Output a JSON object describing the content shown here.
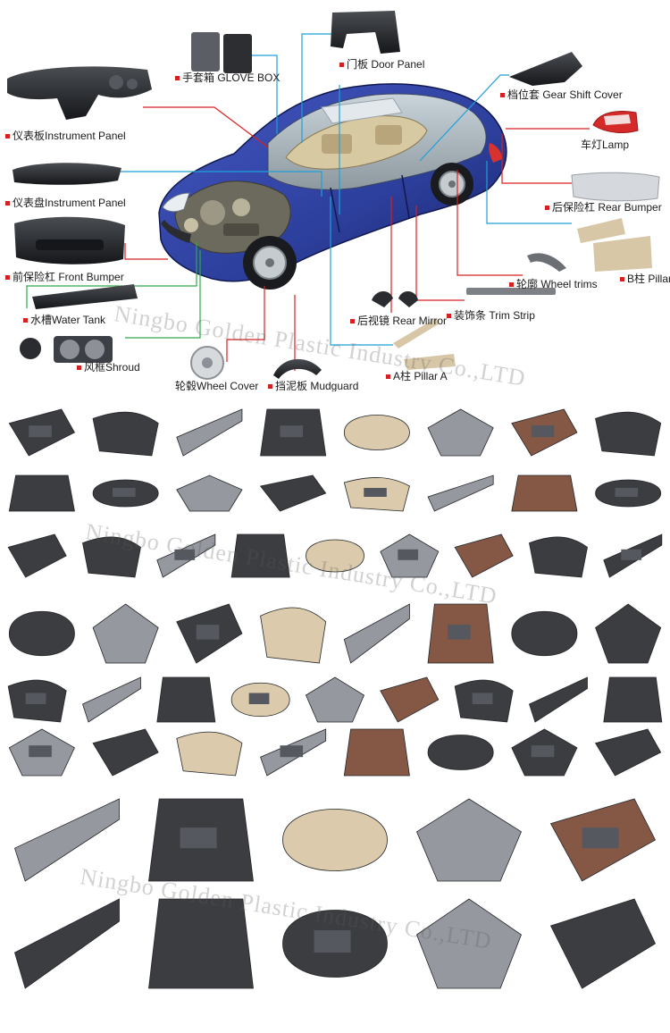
{
  "labels": {
    "glove_box": "手套箱 GLOVE BOX",
    "door_panel": "门板 Door Panel",
    "gear_shift_cover": "档位套 Gear Shift Cover",
    "instrument_panel_1": "仪表板Instrument Panel",
    "lamp": "车灯Lamp",
    "instrument_panel_2": "仪表盘Instrument Panel",
    "rear_bumper": "后保险杠 Rear Bumper",
    "front_bumper": "前保险杠 Front Bumper",
    "b_pillar": "B柱 Pillar",
    "wheel_trims": "轮廓 Wheel trims",
    "water_tank": "水槽Water Tank",
    "trim_strip": "装饰条 Trim Strip",
    "rear_mirror": "后视镜 Rear Mirror",
    "shroud": "风框Shroud",
    "a_pillar": "A柱 Pillar A",
    "wheel_cover": "轮毂Wheel Cover",
    "mudguard": "挡泥板 Mudguard"
  },
  "watermark": "Ningbo Golden Plastic Industry Co.,LTD",
  "colors": {
    "car_body": "#2d3f9c",
    "car_body_dark": "#1c2a70",
    "leader_red": "#d62020",
    "leader_blue": "#1ea0d8",
    "leader_green": "#2fa84a",
    "part_dark": "#2b2d30",
    "part_grey": "#8d9197",
    "part_beige": "#d8c7a6",
    "part_brown": "#7a4a36"
  }
}
